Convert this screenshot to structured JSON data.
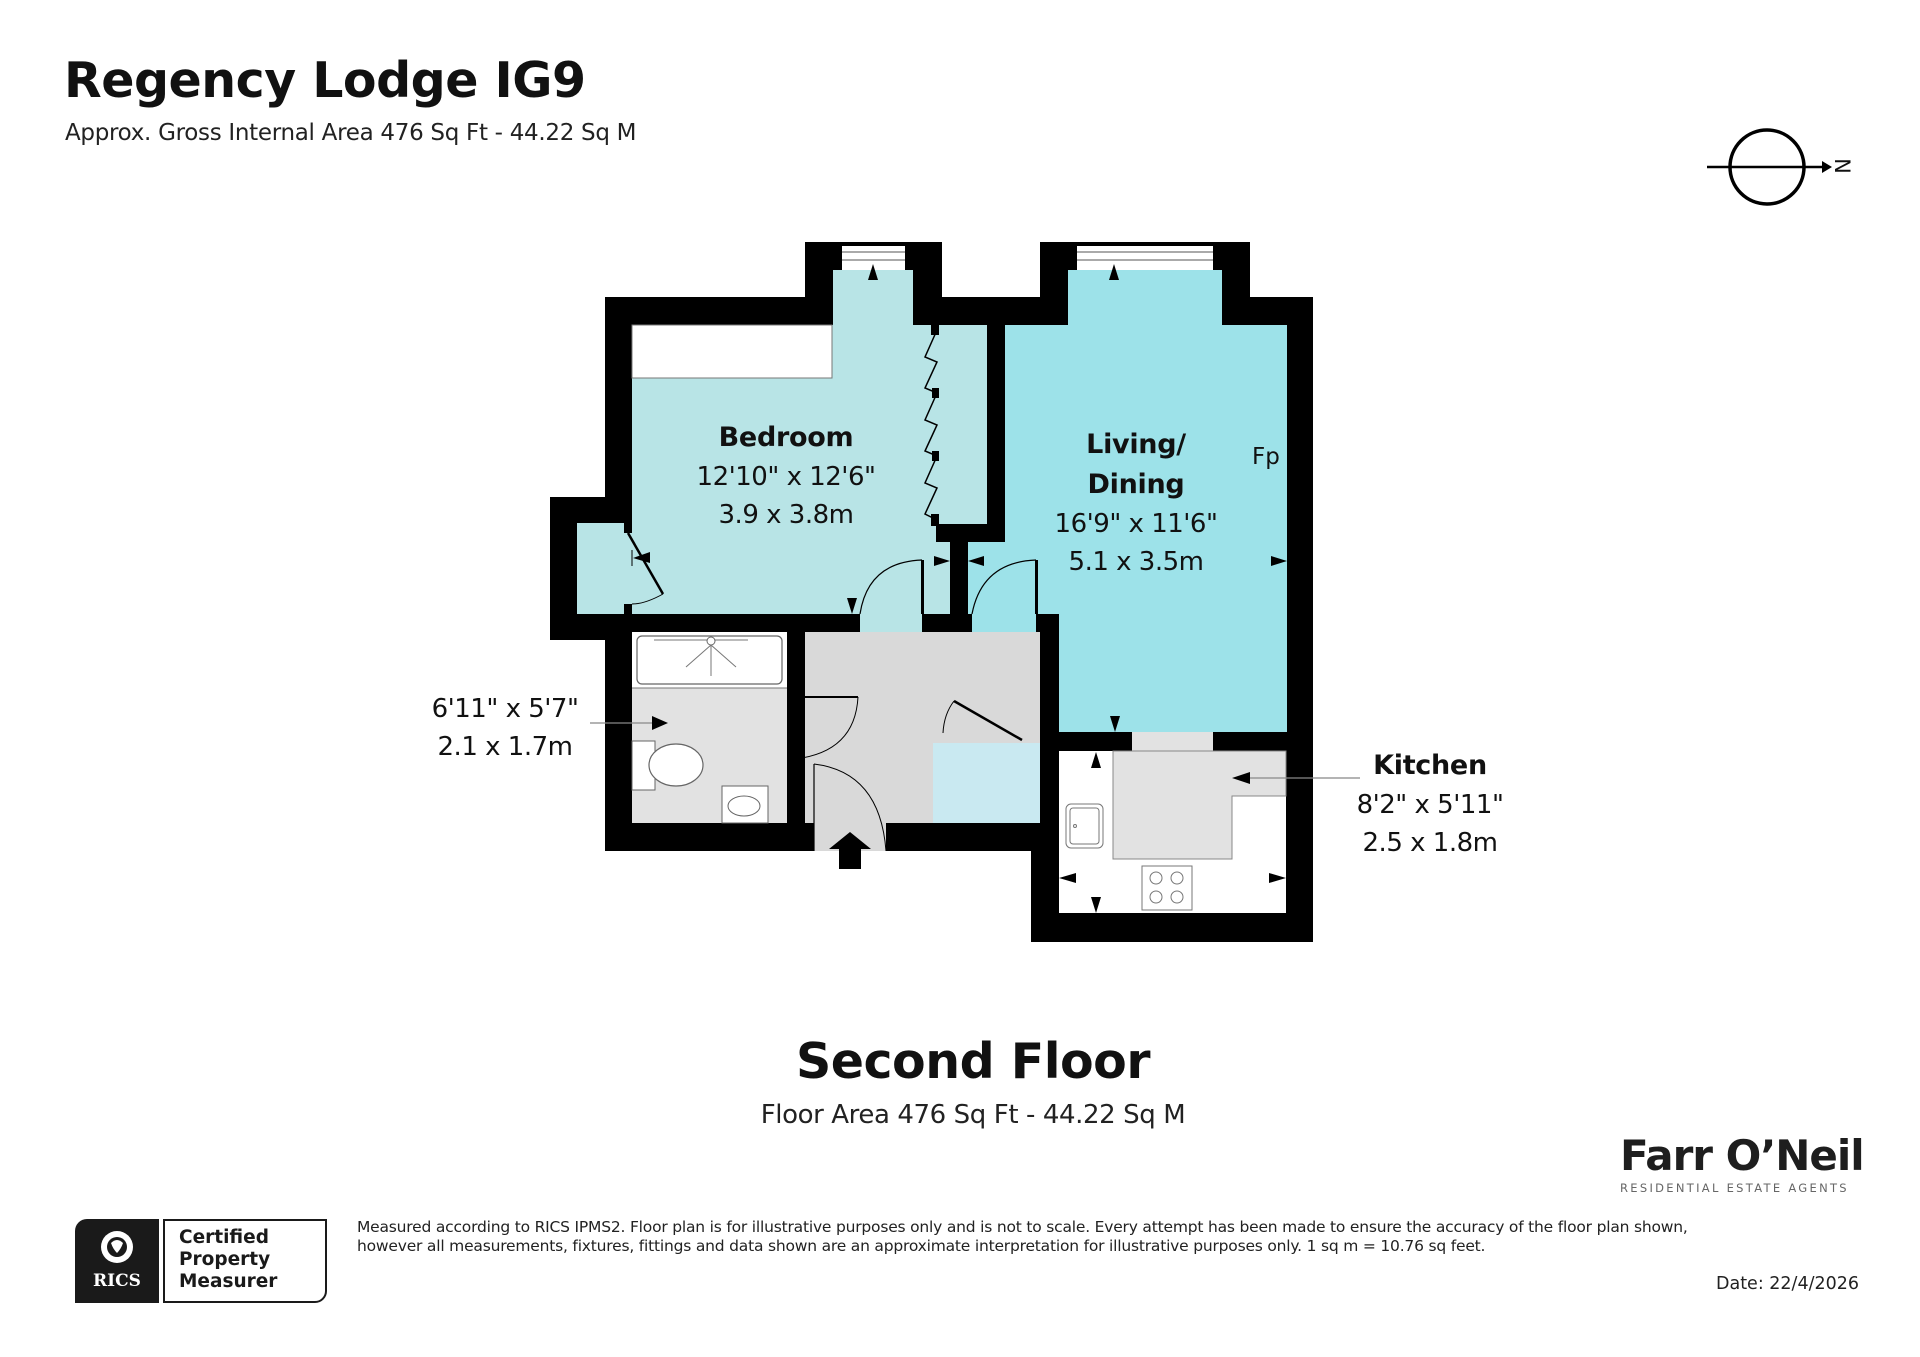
{
  "header": {
    "title": "Regency Lodge IG9",
    "subtitle": "Approx. Gross Internal Area 476 Sq Ft - 44.22 Sq M"
  },
  "compass": {
    "icon": "north-arrow-icon",
    "label": "N"
  },
  "rooms": {
    "bedroom": {
      "name": "Bedroom",
      "imperial": "12'10\" x 12'6\"",
      "metric": "3.9 x 3.8m"
    },
    "living": {
      "name_line1": "Living/",
      "name_line2": "Dining",
      "imperial": "16'9\" x 11'6\"",
      "metric": "5.1 x 3.5m",
      "feature": "Fp"
    },
    "bathroom": {
      "imperial": "6'11\" x 5'7\"",
      "metric": "2.1 x 1.7m"
    },
    "kitchen": {
      "name": "Kitchen",
      "imperial": "8'2\" x 5'11\"",
      "metric": "2.5 x 1.8m"
    }
  },
  "floor": {
    "name": "Second Floor",
    "area": "Floor Area 476 Sq Ft - 44.22 Sq M"
  },
  "brand": {
    "name": "Farr O’Neil",
    "tagline": "RESIDENTIAL ESTATE AGENTS"
  },
  "rics": {
    "logo_text": "RICS",
    "line1": "Certified",
    "line2": "Property",
    "line3": "Measurer"
  },
  "footer": {
    "disclaimer_line1": "Measured according to RICS IPMS2. Floor plan is for illustrative purposes only and is not to scale. Every attempt has been made to ensure the accuracy of the floor plan shown,",
    "disclaimer_line2": "however all measurements, fixtures, fittings and data shown are an approximate interpretation for illustrative purposes only. 1 sq m = 10.76 sq feet.",
    "date": "Date: 22/4/2026"
  },
  "colors": {
    "wall": "#000000",
    "bedroom_fill": "#b8e4e6",
    "living_fill": "#9de2e9",
    "hall_fill": "#d9d9d9",
    "bathroom_fill": "#e2e2e2",
    "cupboard_fill": "#c9e9f1",
    "kitchen_fill": "#ffffff"
  }
}
